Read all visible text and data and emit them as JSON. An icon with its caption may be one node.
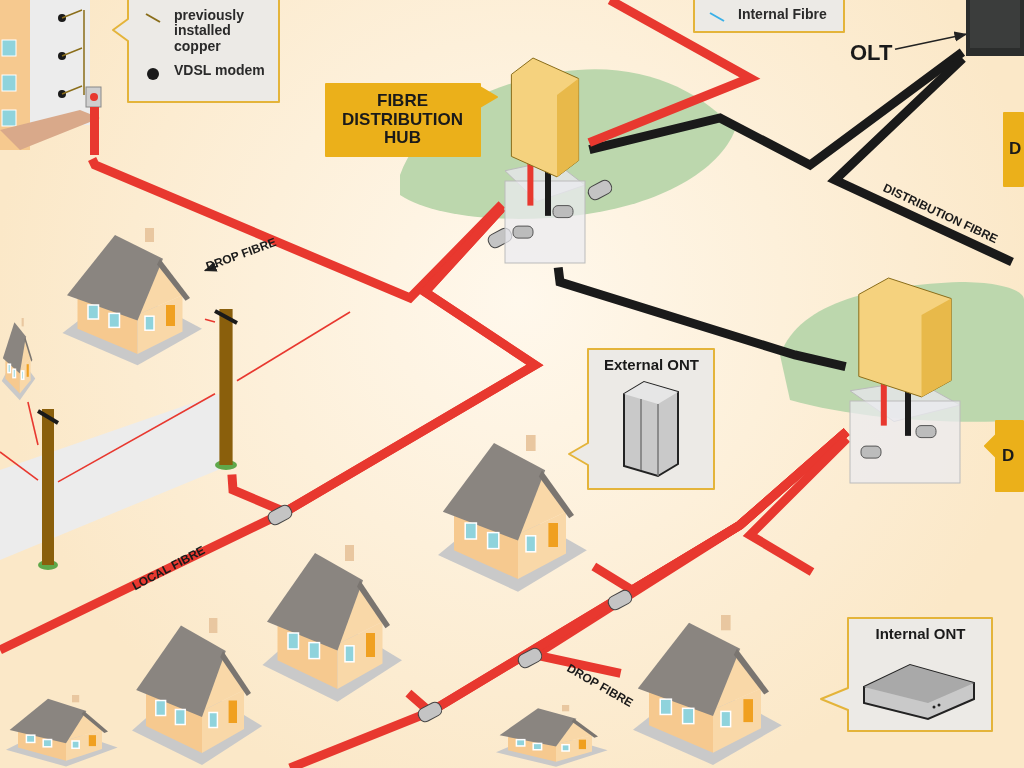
{
  "diagram": {
    "nodes": [
      {
        "text": [],
        "shape": "building"
      },
      {
        "text": [
          "FIBRE DISTRIBUTION HUB"
        ]
      },
      {
        "text": [],
        "shape": "cabinet"
      },
      {
        "text": [
          "OLT"
        ]
      },
      {
        "text": [],
        "shape": "cabinet"
      },
      {
        "text": [],
        "shape": "cabinet"
      },
      {
        "text": [
          "D"
        ]
      },
      {
        "text": [
          "D"
        ]
      },
      {
        "text": [
          "External ONT"
        ]
      },
      {
        "text": [
          "Internal ONT"
        ]
      },
      {
        "text": [
          "DROP FIBRE"
        ]
      },
      {
        "text": [],
        "shape": "house"
      },
      {
        "text": [],
        "shape": "house"
      },
      {
        "text": [],
        "shape": "pole"
      },
      {
        "text": [],
        "shape": "pole"
      },
      {
        "text": [],
        "shape": "house"
      },
      {
        "text": [],
        "shape": "house"
      },
      {
        "text": [],
        "shape": "house"
      },
      {
        "text": [],
        "shape": "house"
      },
      {
        "text": [],
        "shape": "house"
      },
      {
        "text": [],
        "shape": "house"
      }
    ],
    "edges": [
      {
        "from": 0,
        "to": 2,
        "arrow": "none"
      },
      {
        "from": 2,
        "to": 13,
        "arrow": "none"
      },
      {
        "from": 2,
        "to": null,
        "arrow": "none"
      },
      {
        "from": 13,
        "to": 11,
        "arrow": "none"
      },
      {
        "from": 13,
        "to": null,
        "arrow": "none"
      },
      {
        "from": 13,
        "to": 14,
        "arrow": "none"
      },
      {
        "from": 14,
        "to": 12,
        "arrow": "none"
      },
      {
        "from": 14,
        "to": null,
        "arrow": "none"
      },
      {
        "from": 2,
        "to": 4,
        "arrow": "none",
        "color": "#1a1a1a"
      },
      {
        "from": 4,
        "to": null,
        "arrow": "none",
        "color": "#1a1a1a"
      },
      {
        "from": 2,
        "to": 5,
        "arrow": "none",
        "color": "#1a1a1a"
      },
      {
        "from": null,
        "to": 2,
        "arrow": "none"
      },
      {
        "from": 5,
        "to": 15,
        "arrow": "none"
      },
      {
        "from": 5,
        "to": 19,
        "arrow": "none"
      },
      {
        "from": 5,
        "to": 16,
        "arrow": "none"
      },
      {
        "from": 5,
        "to": null,
        "arrow": "none"
      },
      {
        "from": 5,
        "to": null,
        "arrow": "none"
      },
      {
        "from": 10,
        "to": 11,
        "arrow": "to",
        "color": "#222222"
      },
      {
        "from": 3,
        "to": 4,
        "arrow": "to",
        "color": "#222222"
      }
    ],
    "labels": [
      "LOCAL FIBRE",
      "DISTRIBUTION FIBRE",
      "DROP FIBRE"
    ],
    "legend": [
      {
        "text": "previously installed copper"
      },
      {
        "text": "VDSL modem"
      },
      {
        "text": "Internal Fibre"
      }
    ]
  }
}
